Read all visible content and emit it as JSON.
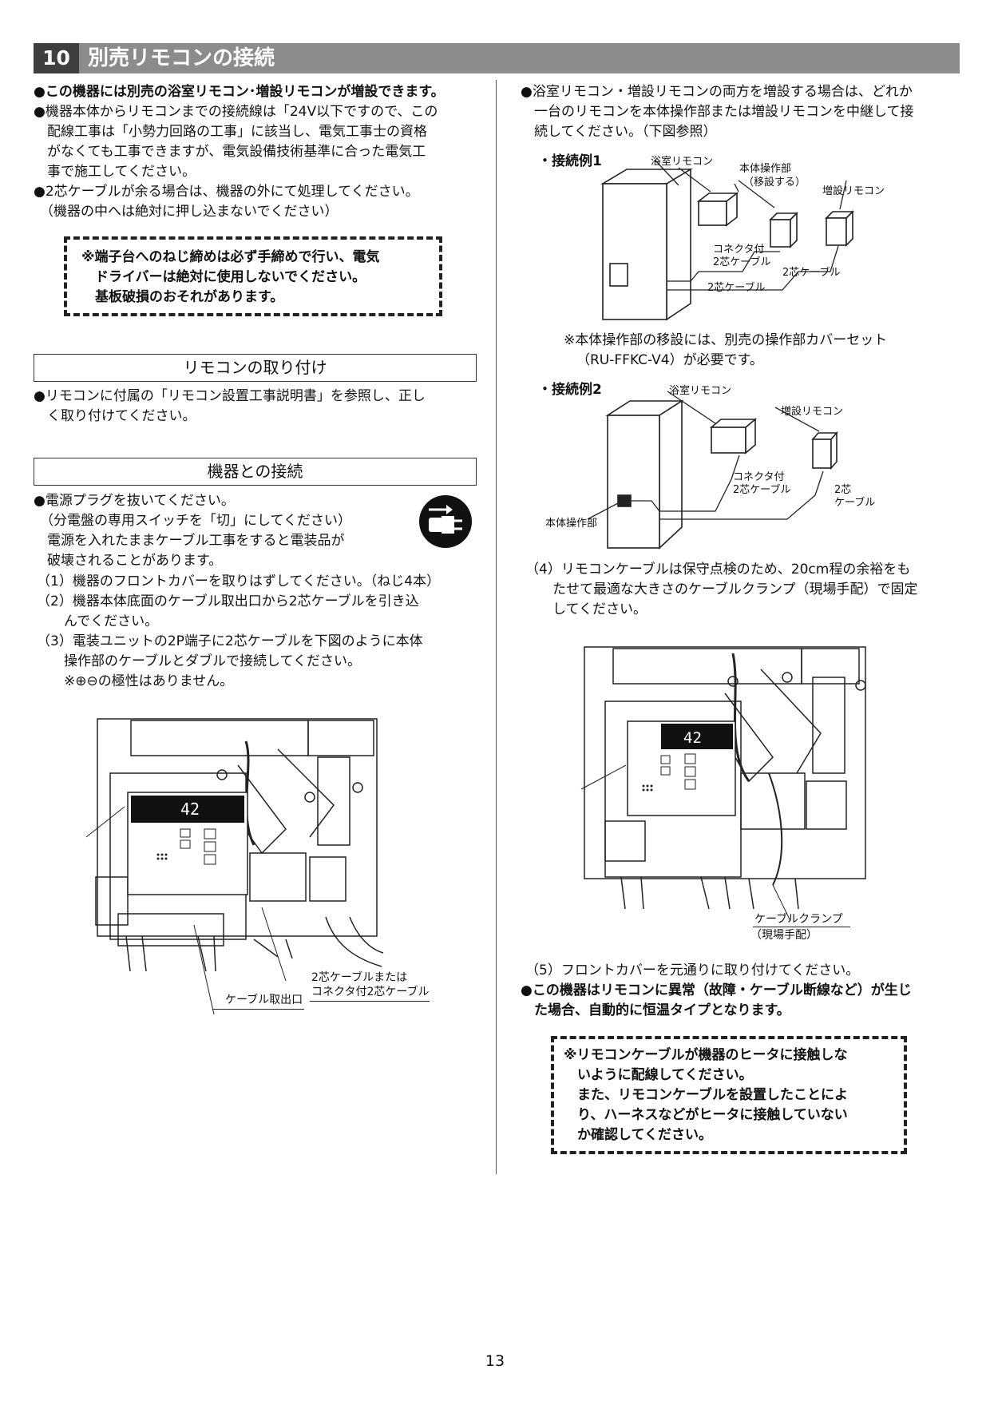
{
  "header": {
    "number": "10",
    "title": "別売リモコンの接続"
  },
  "left": {
    "intro": [
      "●この機器には別売の浴室リモコン･増設リモコンが増設できます。",
      "●機器本体からリモコンまでの接続線は「24V以下ですので、この",
      "　配線工事は「小勢力回路の工事」に該当し、電気工事士の資格",
      "　がなくても工事できますが、電気設備技術基準に合った電気工",
      "　事で施工してください。",
      "●2芯ケーブルが余る場合は、機器の外にて処理してください。",
      "（機器の中へは絶対に押し込まないでください）"
    ],
    "warning": [
      "※端子台へのねじ締めは必ず手締めで行い、電気",
      "　ドライバーは絶対に使用しないでください。",
      "　基板破損のおそれがあります。"
    ],
    "section1_title": "リモコンの取り付け",
    "section1_text": [
      "●リモコンに付属の「リモコン設置工事説明書」を参照し、正し",
      "　く取り付けてください。"
    ],
    "section2_title": "機器との接続",
    "section2_text": [
      "●電源プラグを抜いてください。",
      "（分電盤の専用スイッチを「切」にしてください）",
      "　電源を入れたままケーブル工事をすると電装品が",
      "　破壊されることがあります。",
      "（1）機器のフロントカバーを取りはずしてください。（ねじ4本）",
      "（2）機器本体底面のケーブル取出口から2芯ケーブルを引き込",
      "　　んでください。",
      "（3）電装ユニットの2P端子に2芯ケーブルを下図のように本体",
      "　　操作部のケーブルとダブルで接続してください。",
      "　　※⊕⊖の極性はありません。"
    ],
    "fig_display": "42",
    "fig_label_cable1": "2芯ケーブルまたは",
    "fig_label_cable2": "コネクタ付2芯ケーブル",
    "fig_label_outlet": "ケーブル取出口"
  },
  "right": {
    "intro": [
      "●浴室リモコン・増設リモコンの両方を増設する場合は、どれか",
      "　一台のリモコンを本体操作部または増設リモコンを中継して接",
      "　続してください。（下図参照）"
    ],
    "ex1": {
      "title": "・接続例1",
      "bath_remote": "浴室リモコン",
      "main_panel": "本体操作部",
      "main_panel_sub": "（移設する）",
      "extra_remote": "増設リモコン",
      "connector_cable1": "コネクタ付",
      "connector_cable2": "2芯ケーブル",
      "cable_a": "2芯ケーブル",
      "cable_b": "2芯ケーブル"
    },
    "note1": [
      "※本体操作部の移設には、別売の操作部カバーセット",
      "（RU-FFKC-V4）が必要です。"
    ],
    "ex2": {
      "title": "・接続例2",
      "bath_remote": "浴室リモコン",
      "extra_remote": "増設リモコン",
      "connector_cable1": "コネクタ付",
      "connector_cable2": "2芯ケーブル",
      "cable1": "2芯",
      "cable2": "ケーブル",
      "main_panel": "本体操作部"
    },
    "step4": [
      "（4）リモコンケーブルは保守点検のため、20cm程の余裕をも",
      "　　たせて最適な大きさのケーブルクランプ（現場手配）で固定",
      "　　してください。"
    ],
    "fig_display": "42",
    "fig_clamp1": "ケーブルクランプ",
    "fig_clamp2": "（現場手配）",
    "step5": "（5）フロントカバーを元通りに取り付けてください。",
    "auto": [
      "●この機器はリモコンに異常（故障・ケーブル断線など）が生じ",
      "　た場合、自動的に恒温タイプとなります。"
    ],
    "warning": [
      "※リモコンケーブルが機器のヒータに接触しな",
      "　いように配線してください。",
      "　また、リモコンケーブルを設置したことによ",
      "　り、ハーネスなどがヒータに接触していない",
      "　か確認してください。"
    ]
  },
  "page_number": "13"
}
